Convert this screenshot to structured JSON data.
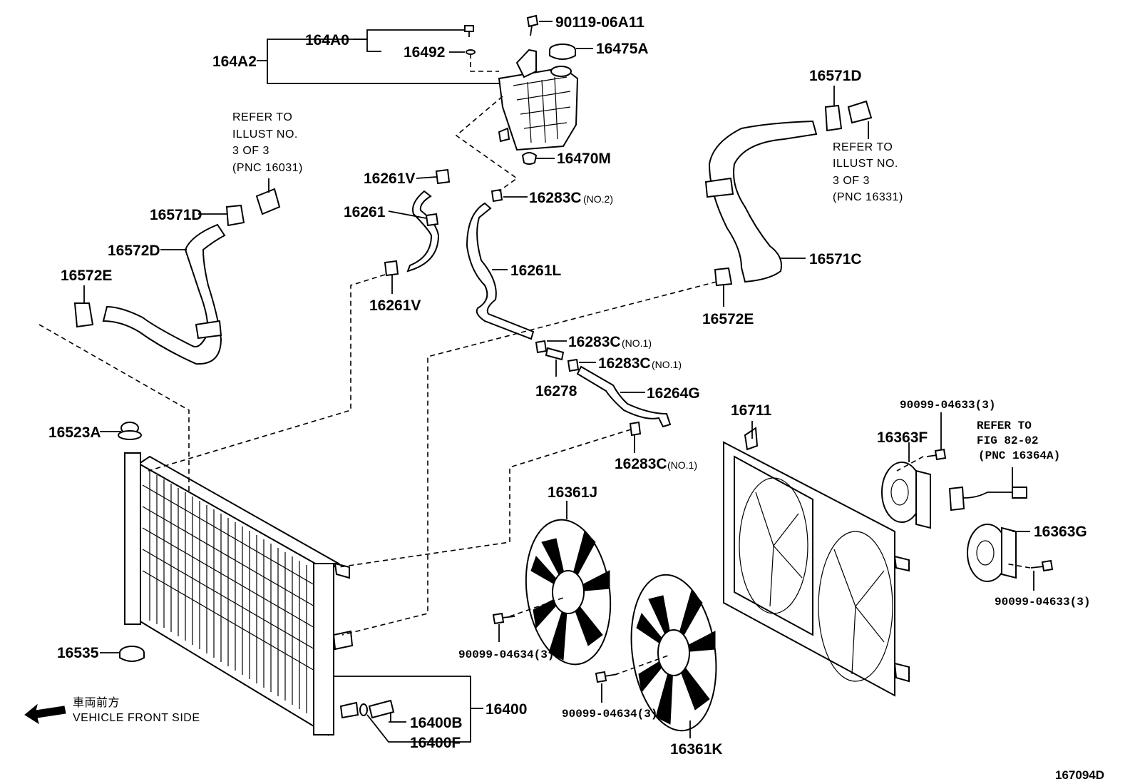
{
  "parts": {
    "p164A0": "164A0",
    "p164A2": "164A2",
    "p16492": "16492",
    "p90119": "90119-06A11",
    "p16475A": "16475A",
    "p16470M": "16470M",
    "p16261V_top": "16261V",
    "p16261": "16261",
    "p16283C_no2": "16283C",
    "no2": "(NO.2)",
    "p16261L": "16261L",
    "p16261V_low": "16261V",
    "p16571D_left": "16571D",
    "p16572D": "16572D",
    "p16572E_left": "16572E",
    "p16571D_right": "16571D",
    "p16571C": "16571C",
    "p16572E_right": "16572E",
    "p16283C_a": "16283C",
    "no1_a": "(NO.1)",
    "p16283C_b": "16283C",
    "no1_b": "(NO.1)",
    "p16278": "16278",
    "p16264G": "16264G",
    "p16283C_c": "16283C",
    "no1_c": "(NO.1)",
    "p16523A": "16523A",
    "p16535": "16535",
    "p16400": "16400",
    "p16400B": "16400B",
    "p16400F": "16400F",
    "p16361J": "16361J",
    "p16361K": "16361K",
    "p90099_04634_a": "90099-04634(3)",
    "p90099_04634_b": "90099-04634(3)",
    "p16711": "16711",
    "p16363F": "16363F",
    "p16363G": "16363G",
    "p90099_04633_a": "90099-04633(3)",
    "p90099_04633_b": "90099-04633(3)"
  },
  "notes": {
    "left": [
      "REFER TO",
      "ILLUST NO.",
      "3 OF 3",
      "(PNC 16031)"
    ],
    "right": [
      "REFER TO",
      "ILLUST NO.",
      "3 OF 3",
      "(PNC 16331)"
    ],
    "fig": [
      "REFER TO",
      "FIG 82-02",
      "(PNC 16364A)"
    ]
  },
  "direction": {
    "jp": "車両前方",
    "en": "VEHICLE FRONT SIDE"
  },
  "figure_id": "167094D"
}
